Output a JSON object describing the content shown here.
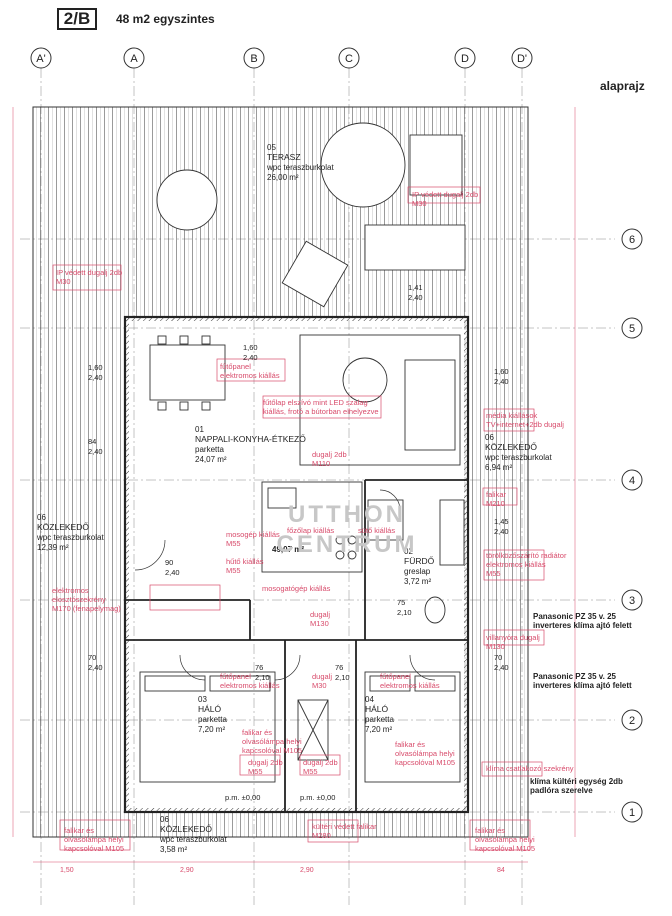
{
  "header": {
    "unit_code": "2/B",
    "subtitle": "48 m2 egyszintes",
    "view_label": "alaprajz"
  },
  "axes_columns": [
    "A'",
    "A",
    "B",
    "C",
    "D",
    "D'"
  ],
  "axes_rows": [
    "6",
    "5",
    "4",
    "3",
    "2",
    "1"
  ],
  "rooms": [
    {
      "lines": [
        "05",
        "TERASZ",
        "wpc teraszburkolat",
        "26,00 m²"
      ]
    },
    {
      "lines": [
        "01",
        "NAPPALI-KONYHA-ÉTKEZŐ",
        "parketta",
        "24,07 m²"
      ]
    },
    {
      "lines": [
        "06",
        "KÖZLEKEDŐ",
        "wpc teraszburkolat",
        "12,39 m²"
      ]
    },
    {
      "lines": [
        "06",
        "KÖZLEKEDŐ",
        "wpc teraszburkolat",
        "6,94 m²"
      ]
    },
    {
      "lines": [
        "02",
        "FÜRDŐ",
        "greslap",
        "3,72 m²"
      ]
    },
    {
      "lines": [
        "03",
        "HÁLÓ",
        "parketta",
        "7,20 m²"
      ]
    },
    {
      "lines": [
        "04",
        "HÁLÓ",
        "parketta",
        "7,20 m²"
      ]
    },
    {
      "lines": [
        "06",
        "KÖZLEKEDŐ",
        "wpc teraszburkolat",
        "3,58 m²"
      ]
    },
    {
      "lines": [
        "49,07 m²"
      ]
    }
  ],
  "levels": [
    "p.m. ±0,00",
    "p.m. ±0,00"
  ],
  "openings": [
    "1,60\n2,40",
    "84\n2,40",
    "1,60\n2,40",
    "1,41\n2,40",
    "1,60\n2,40",
    "90\n2,40",
    "1,45\n2,40",
    "75\n2,10",
    "70\n2,40",
    "70\n2,40",
    "76\n2,10",
    "76\n2,10"
  ],
  "electrical_notes": [
    "IP védett dugalj 2db\nM30",
    "IP védett dugalj 2db\nM30",
    "fűtőpanel\nelektromos kiállás",
    "fűtőlap elszívó mint LED szalag\nkiállás, frotó a bútorban elhelyezve",
    "dugalj 2db\nM110",
    "média kiállások\nTV+internet+2db dugalj",
    "falikar\nM210",
    "mosogép kiállás\nM55",
    "hűtő kiállás\nM55",
    "mosogatógép kiállás",
    "főzőlap kiállás",
    "sütő kiállás",
    "törölközőszárító radiátor\nelektromos kiállás\nM55",
    "elektromos\nelosztószekrény\nM170 (fenapelymag)",
    "dugalj\nM130",
    "villanyóra dugalj\nM130",
    "dugalj\nM30",
    "fűtőpanel\nelektromos kiállás",
    "fűtőpanel\nelektromos kiállás",
    "falikar és\nolvasólámpa helyi\nkapcsolóval M105",
    "falikar és\nolvasólámpa helyi\nkapcsolóval M105",
    "dugalj 2db\nM55",
    "dugalj 2db\nM55",
    "klíma csatlakozó szekrény",
    "kültéri védett falikar\nM280",
    "falikar és\nolvasólámpa helyi\nkapcsolóval M105",
    "falikar és\nolvasólámpa helyi\nkapcsolóval M105"
  ],
  "hvac_notes": [
    "Panasonic PZ 35 v. 25\ninverteres klíma ajtó felett",
    "Panasonic PZ 35 v. 25\ninverteres klíma ajtó felett",
    "klíma kültéri egység 2db\npadlóra szerelve"
  ],
  "dims_bottom": [
    "1,50",
    "2,90",
    "2,90",
    "84"
  ],
  "watermark": [
    "UTTHON",
    "CENTRUM"
  ]
}
